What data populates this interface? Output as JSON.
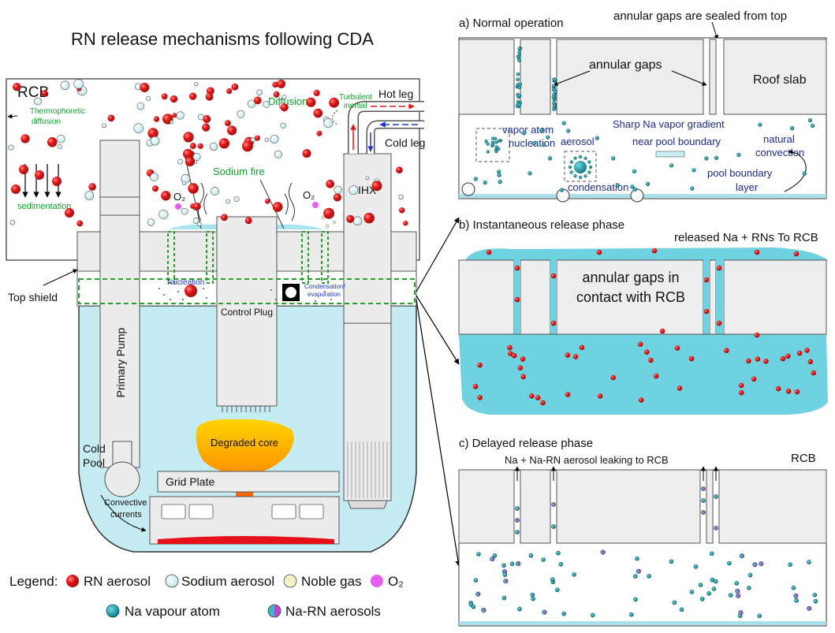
{
  "title": "RN release mechanisms following CDA",
  "left": {
    "rcb": "RCB",
    "thermophoretic_1": "Thermophoretic",
    "thermophoretic_2": "diffusion",
    "diffusion": "Diffusion",
    "sedimentation": "sedimentation",
    "sodium_fire": "Sodium fire",
    "o2": "O₂",
    "turbulent_1": "Turbulent",
    "turbulent_2": "inertial",
    "hot_leg": "Hot leg",
    "cold_leg": "Cold leg",
    "ihx": "IHX",
    "top_shield": "Top shield",
    "nucleation": "Nucleation",
    "condensation_1": "Condensation/",
    "condensation_2": "evaporation",
    "control_plug": "Control Plug",
    "primary_pump": "Primary Pump",
    "degraded_core": "Degraded core",
    "cold_pool_1": "Cold",
    "cold_pool_2": "Pool",
    "grid_plate": "Grid Plate",
    "convective_1": "Convective",
    "convective_2": "currents"
  },
  "legend": {
    "label": "Legend:",
    "items": [
      {
        "label": "RN aerosol",
        "icon": "rn-aerosol-icon",
        "color": "#e0191b"
      },
      {
        "label": "Sodium aerosol",
        "icon": "sodium-aerosol-icon",
        "color": "#d5f3f6"
      },
      {
        "label": "Noble gas",
        "icon": "noble-gas-icon",
        "color": "#f6f3c8"
      },
      {
        "label": "O₂",
        "icon": "o2-icon",
        "color": "#e45ef0"
      },
      {
        "label": "Na vapour atom",
        "icon": "na-vapour-icon",
        "color": "#0e8e9c"
      },
      {
        "label": "Na-RN aerosols",
        "icon": "na-rn-icon",
        "color": "#b04ad3"
      }
    ]
  },
  "panel_a": {
    "heading": "a) Normal operation",
    "sealed": "annular gaps are sealed from top",
    "annular_gaps": "annular gaps",
    "roof_slab": "Roof slab",
    "vapor_atom": "vapor atom",
    "nucleation": "nucleation",
    "aerosol": "aerosol",
    "condensation": "condensation",
    "gradient_1": "Sharp Na vapor gradient",
    "gradient_2": "near pool boundary",
    "natural_1": "natural",
    "natural_2": "convection",
    "pool_boundary_1": "pool boundary",
    "pool_boundary_2": "layer"
  },
  "panel_b": {
    "heading": "b) Instantaneous release phase",
    "released": "released Na + RNs To RCB",
    "gaps_1": "annular gaps in",
    "gaps_2": "contact with RCB"
  },
  "panel_c": {
    "heading": "c) Delayed release phase",
    "leaking": "Na + Na-RN aerosol leaking to RCB",
    "rcb": "RCB"
  },
  "colors": {
    "sodium_pool": "#c5edf3",
    "na_liquid": "#6fd2e0",
    "rn_red": "#e0191b",
    "slab_gray": "#eeeeee",
    "fire_green": "#139e2f",
    "text_blue": "#1d2b8c",
    "dashed_green": "#2aa12a"
  }
}
